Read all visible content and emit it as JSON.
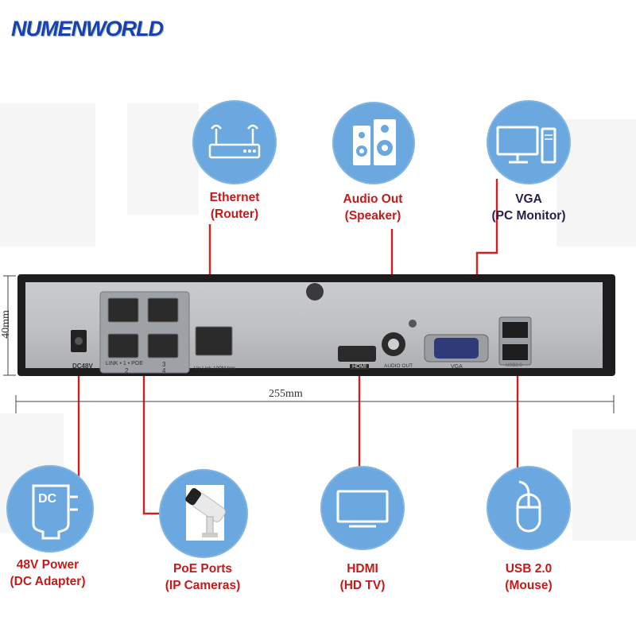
{
  "brand": {
    "name": "NUMENWORLD"
  },
  "dimensions": {
    "height": "40mm",
    "width": "255mm"
  },
  "panel_labels": {
    "dc": "DC48V",
    "poe": "LINK • 1 • POE",
    "port_2": "2",
    "port_3": "3",
    "port_4": "4",
    "uplink": "Up Link 100M bps",
    "hdmi": "HDMI",
    "audio": "AUDIO OUT",
    "vga": "VGA",
    "usb": "USB2.0"
  },
  "callouts": [
    {
      "id": "ethernet",
      "title": "Ethernet",
      "subtitle": "(Router)",
      "icon": "router-icon"
    },
    {
      "id": "audio",
      "title": "Audio Out",
      "subtitle": "(Speaker)",
      "icon": "speaker-icon"
    },
    {
      "id": "vga",
      "title": "VGA",
      "subtitle": "(PC Monitor)",
      "icon": "pc-monitor-icon"
    },
    {
      "id": "power",
      "title": "48V Power",
      "subtitle": "(DC Adapter)",
      "icon": "dc-adapter-icon",
      "icon_text": "DC"
    },
    {
      "id": "poe",
      "title": "PoE Ports",
      "subtitle": "(IP Cameras)",
      "icon": "ip-camera-icon"
    },
    {
      "id": "hdmi",
      "title": "HDMI",
      "subtitle": "(HD TV)",
      "icon": "tv-icon"
    },
    {
      "id": "usb",
      "title": "USB 2.0",
      "subtitle": "(Mouse)",
      "icon": "mouse-icon"
    }
  ],
  "colors": {
    "accent_red": "#c41a1a",
    "circle_blue": "#6aa8df",
    "brand_blue": "#1a3fb6"
  }
}
